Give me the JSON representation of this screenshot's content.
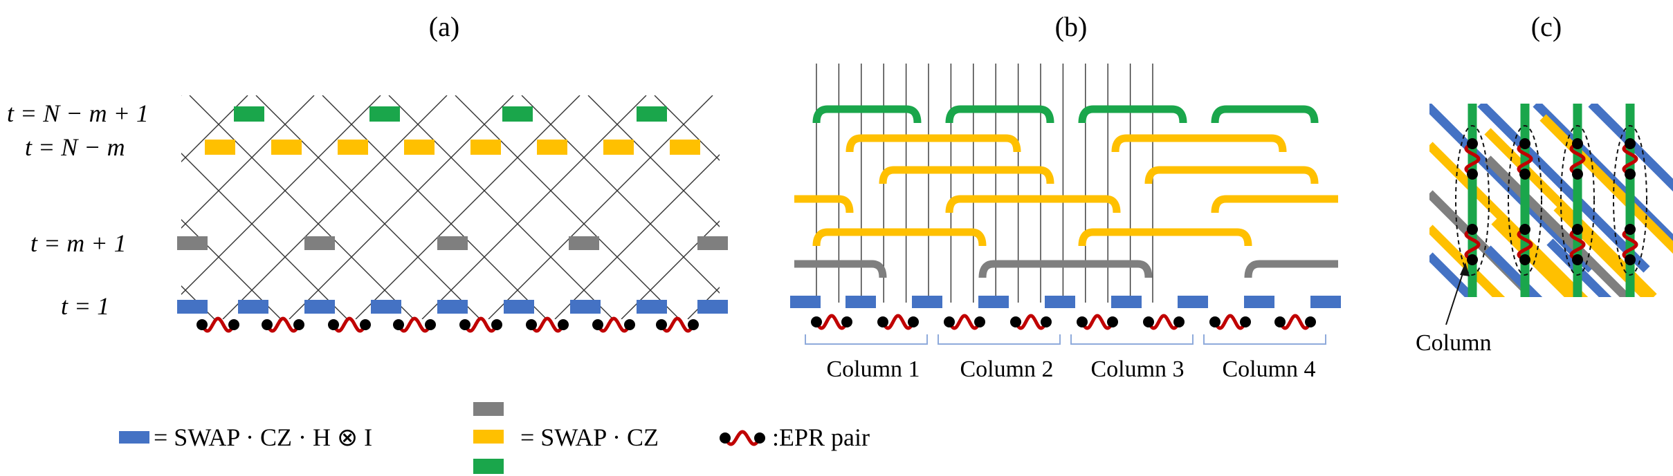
{
  "panels": {
    "a": {
      "label": "(a)",
      "time_labels": [
        "t = N − m + 1",
        "t = N − m",
        "t = m + 1",
        "t = 1"
      ]
    },
    "b": {
      "label": "(b)",
      "columns": [
        "Column 1",
        "Column 2",
        "Column 3",
        "Column 4"
      ]
    },
    "c": {
      "label": "(c)",
      "annotation": "Column"
    }
  },
  "legend": {
    "blue_text": "= SWAP · CZ · H ⊗ I",
    "multi_text": "= SWAP · CZ",
    "epr_text": ":EPR pair"
  },
  "colors": {
    "blue": "#4472c4",
    "yellow": "#ffc000",
    "green": "#1aa64b",
    "gray": "#7f7f7f",
    "epr": "#c00000",
    "node": "#000000",
    "line": "#333333",
    "bracket": "#8eaadb"
  }
}
